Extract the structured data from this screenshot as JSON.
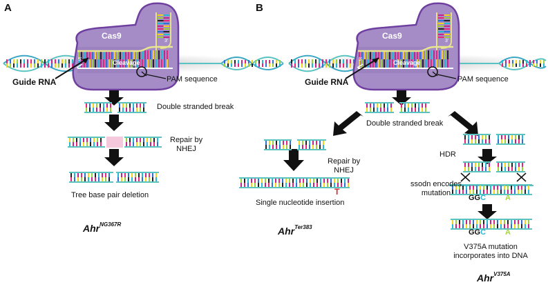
{
  "panels": {
    "A": {
      "letter": "A",
      "cas9": "Cas9",
      "cleavage": "Cleavage",
      "five_prime": "5'",
      "three_prime": "3'",
      "guide_rna": "Guide RNA",
      "pam": "PAM sequence",
      "dsb": "Double stranded break",
      "repair": [
        "Repair by",
        "NHEJ"
      ],
      "deletion": "Tree base pair deletion",
      "gene": {
        "base": "Ahr",
        "sup": "NG367R"
      }
    },
    "B": {
      "letter": "B",
      "cas9": "Cas9",
      "cleavage": "Cleavage",
      "five_prime": "5'",
      "three_prime": "3'",
      "guide_rna": "Guide RNA",
      "pam": "PAM sequence",
      "dsb": "Double stranded break",
      "repair": [
        "Repair by",
        "NHEJ"
      ],
      "insertion_base": "T",
      "insertion": "Single nucleotide insertion",
      "gene_left": {
        "base": "Ahr",
        "sup": "Ter383"
      },
      "hdr": "HDR",
      "ssodn": [
        "ssodn encodes",
        "mutation"
      ],
      "seq1": {
        "gg": "GG",
        "c": "C",
        "a": "A"
      },
      "seq2": {
        "gg": "GG",
        "c": "C",
        "a": "A"
      },
      "result": [
        "V375A mutation",
        "incorporates into DNA"
      ],
      "gene_right": {
        "base": "Ahr",
        "sup": "V375A"
      }
    }
  },
  "colors": {
    "cas9_fill": "#a58cc6",
    "cas9_stroke": "#6f3fa0",
    "arrow": "#111111",
    "base_c": "#23b8d6",
    "base_a": "#a6d63a",
    "base_t": "#d8262a",
    "rungs": [
      "#e8257a",
      "#2f6fd6",
      "#f2d21c",
      "#9ad13a",
      "#222222",
      "#23b8d6",
      "#c2248f"
    ]
  }
}
